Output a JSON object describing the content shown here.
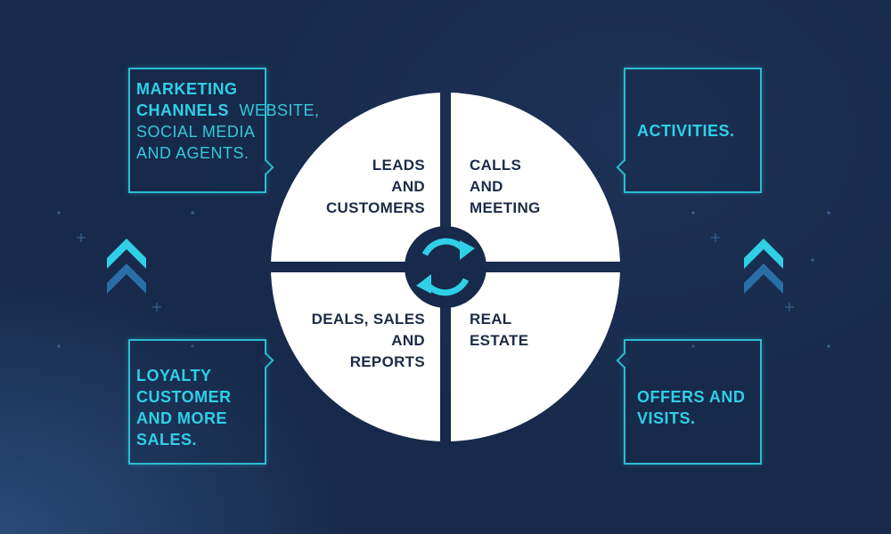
{
  "callouts": {
    "top_left": {
      "title_lines": [
        "MARKETING",
        "CHANNELS"
      ],
      "body_lines": [
        "WEBSITE,",
        "SOCIAL MEDIA",
        "AND AGENTS."
      ]
    },
    "top_right": {
      "lines": [
        "ACTIVITIES."
      ]
    },
    "bottom_left": {
      "lines": [
        "LOYALTY",
        "CUSTOMER",
        "AND MORE",
        "SALES."
      ]
    },
    "bottom_right": {
      "lines": [
        "OFFERS AND",
        "VISITS."
      ]
    }
  },
  "quadrants": {
    "top_left": [
      "LEADS",
      "AND",
      "CUSTOMERS"
    ],
    "top_right": [
      "CALLS",
      "AND",
      "MEETING"
    ],
    "bottom_left": [
      "DEALS, SALES",
      "AND",
      "REPORTS"
    ],
    "bottom_right": [
      "REAL",
      "ESTATE"
    ]
  },
  "center_icon": "refresh-cycle-icon",
  "side_icons": [
    "chevron-up-double-icon",
    "chevron-up-double-icon"
  ],
  "colors": {
    "background": "#172a4b",
    "accent": "#2fd0e6",
    "circle": "#ffffff",
    "quadrant_text": "#1c2b47"
  }
}
